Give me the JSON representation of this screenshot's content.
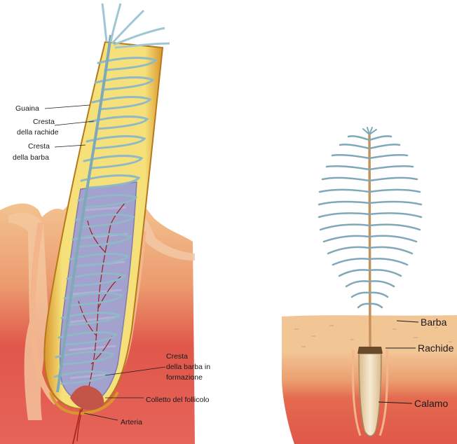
{
  "left_labels": {
    "guaina": "Guaina",
    "cresta_rachide_1": "Cresta",
    "cresta_rachide_2": "della rachide",
    "cresta_barba_1": "Cresta",
    "cresta_barba_2": "della barba",
    "cresta_formazione_1": "Cresta",
    "cresta_formazione_2": "della barba in",
    "cresta_formazione_3": "formazione",
    "colletto": "Colletto del follicolo",
    "arteria": "Arteria"
  },
  "right_labels": {
    "barba": "Barba",
    "rachide": "Rachide",
    "calamo": "Calamo"
  },
  "colors": {
    "skin_red": "#d9473a",
    "skin_peach": "#f0b081",
    "sheath_yellow": "#f4df72",
    "sheath_orange": "#d99a2e",
    "barb_blue": "#9fc6d2",
    "pulp_lavender": "#9d9cc9",
    "vessel_red": "#9b1f1a"
  }
}
